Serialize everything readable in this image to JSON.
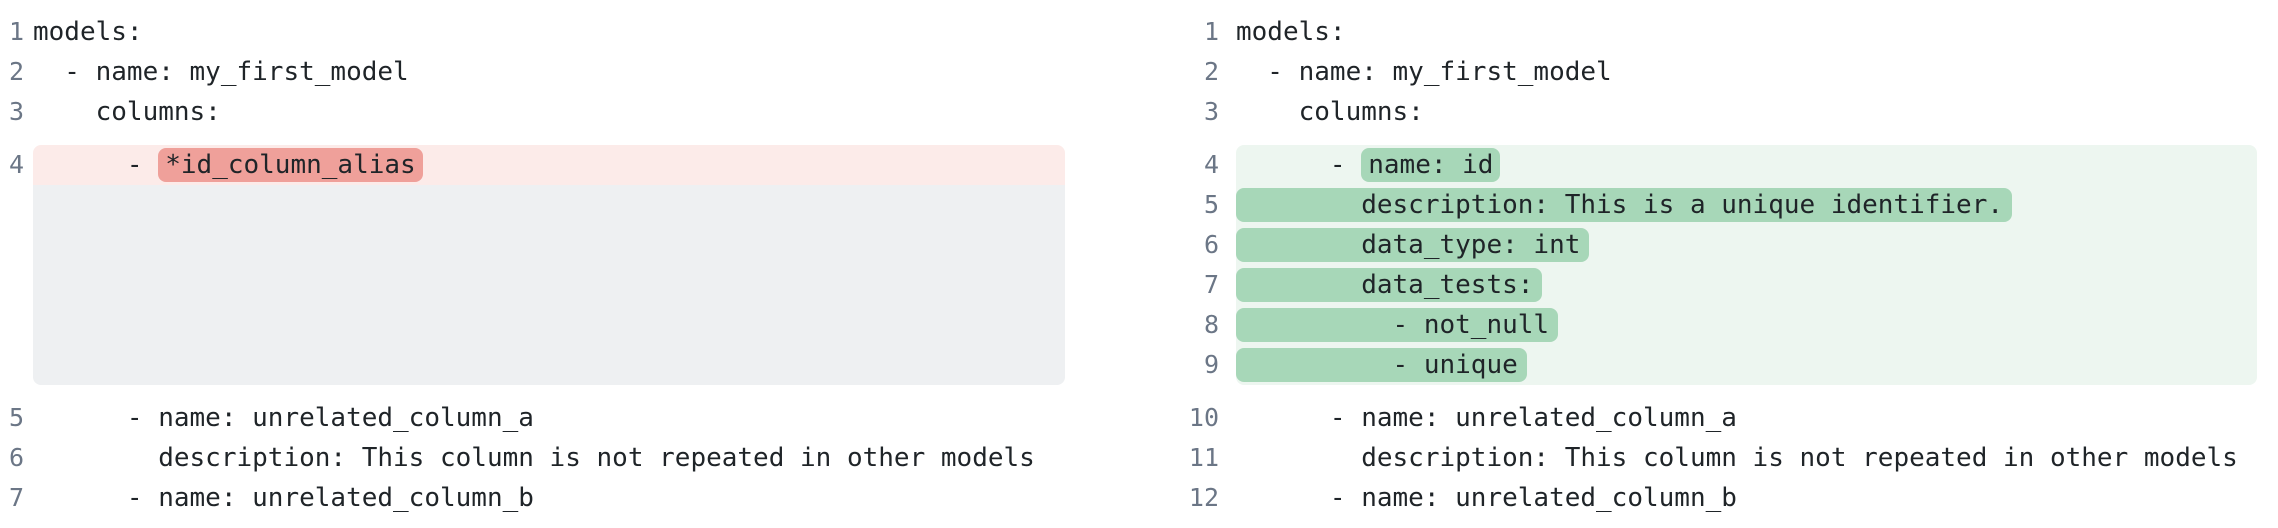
{
  "colors": {
    "code_text": "#1f2428",
    "line_number": "#6b7686",
    "removed_row_bg": "#fcebe9",
    "removed_token_bg": "#efa09a",
    "collapsed_spacer_bg": "#eef0f2",
    "added_row_bg": "#edf6f0",
    "added_token_bg": "#a7d7b8"
  },
  "left": {
    "rows": [
      {
        "type": "ctx",
        "num": "1",
        "text": "models:"
      },
      {
        "type": "ctx",
        "num": "2",
        "text": "  - name: my_first_model"
      },
      {
        "type": "ctx",
        "num": "3",
        "text": "    columns:"
      },
      {
        "type": "del",
        "num": "4",
        "pre": "      - ",
        "token": "*id_column_alias"
      },
      {
        "type": "spacer",
        "num": "",
        "text": ""
      },
      {
        "type": "ctx",
        "num": "5",
        "text": "      - name: unrelated_column_a"
      },
      {
        "type": "ctx",
        "num": "6",
        "text": "        description: This column is not repeated in other models"
      },
      {
        "type": "ctx",
        "num": "7",
        "text": "      - name: unrelated_column_b"
      }
    ]
  },
  "right": {
    "rows": [
      {
        "type": "ctx",
        "num": "1",
        "text": "models:"
      },
      {
        "type": "ctx",
        "num": "2",
        "text": "  - name: my_first_model"
      },
      {
        "type": "ctx",
        "num": "3",
        "text": "    columns:"
      },
      {
        "type": "add-first",
        "num": "4",
        "pre": "      - ",
        "token": "name: id"
      },
      {
        "type": "add-line",
        "num": "5",
        "token": "        description: This is a unique identifier."
      },
      {
        "type": "add-line",
        "num": "6",
        "token": "        data_type: int"
      },
      {
        "type": "add-line",
        "num": "7",
        "token": "        data_tests:"
      },
      {
        "type": "add-line",
        "num": "8",
        "token": "          - not_null"
      },
      {
        "type": "add-last",
        "num": "9",
        "token": "          - unique"
      },
      {
        "type": "ctx",
        "num": "10",
        "text": "      - name: unrelated_column_a"
      },
      {
        "type": "ctx",
        "num": "11",
        "text": "        description: This column is not repeated in other models"
      },
      {
        "type": "ctx",
        "num": "12",
        "text": "      - name: unrelated_column_b"
      }
    ]
  }
}
